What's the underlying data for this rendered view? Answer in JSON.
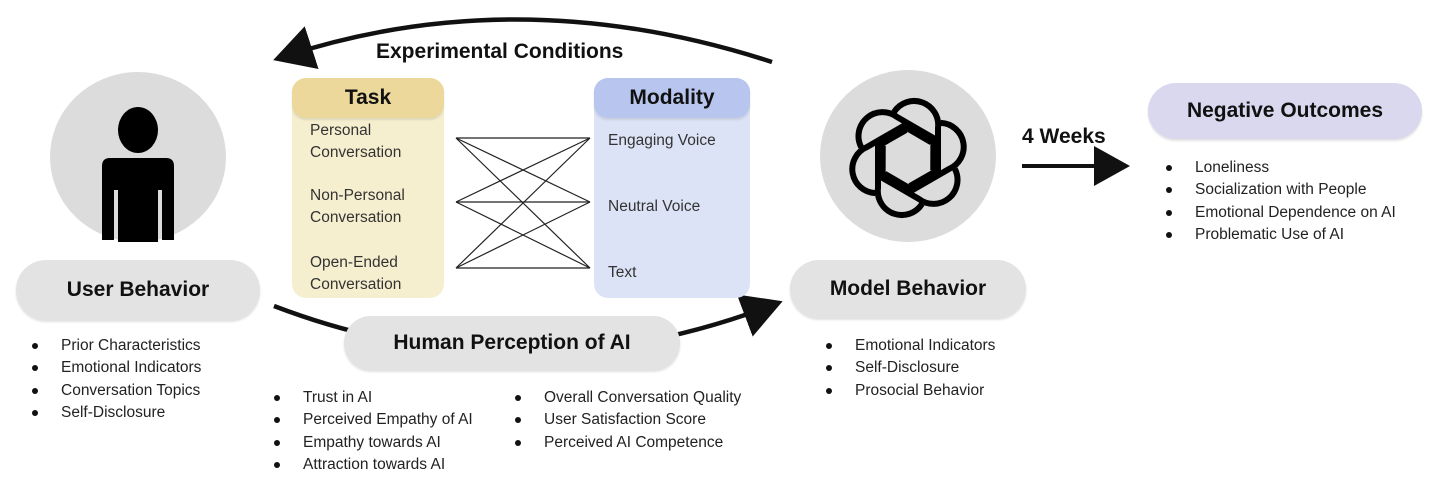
{
  "header": {
    "title": "Experimental Conditions"
  },
  "user": {
    "label": "User Behavior",
    "items": [
      "Prior Characteristics",
      "Emotional Indicators",
      "Conversation Topics",
      "Self-Disclosure"
    ]
  },
  "task": {
    "title": "Task",
    "items": [
      "Personal\nConversation",
      "Non-Personal\nConversation",
      "Open-Ended\nConversation"
    ]
  },
  "modality": {
    "title": "Modality",
    "items": [
      "Engaging Voice",
      "Neutral Voice",
      "Text"
    ]
  },
  "perception": {
    "label": "Human Perception of AI",
    "left_items": [
      "Trust in AI",
      "Perceived Empathy of AI",
      "Empathy towards AI",
      "Attraction towards AI"
    ],
    "right_items": [
      "Overall Conversation Quality",
      "User Satisfaction Score",
      "Perceived AI Competence"
    ]
  },
  "model": {
    "label": "Model Behavior",
    "items": [
      "Emotional Indicators",
      "Self-Disclosure",
      "Prosocial Behavior"
    ]
  },
  "duration": {
    "label": "4 Weeks"
  },
  "outcomes": {
    "label": "Negative Outcomes",
    "items": [
      "Loneliness",
      "Socialization with People",
      "Emotional Dependence on AI",
      "Problematic Use of AI"
    ]
  },
  "colors": {
    "task_bg": "#f6efcf",
    "task_head": "#ecd89a",
    "modality_bg": "#dde3f6",
    "modality_head": "#b8c5ee",
    "outcomes_pill": "#d9d8ee",
    "gray_pill": "#e3e3e3",
    "circle": "#dcdcdc"
  },
  "icons": {
    "user": "person-icon",
    "model": "openai-logo-icon"
  }
}
